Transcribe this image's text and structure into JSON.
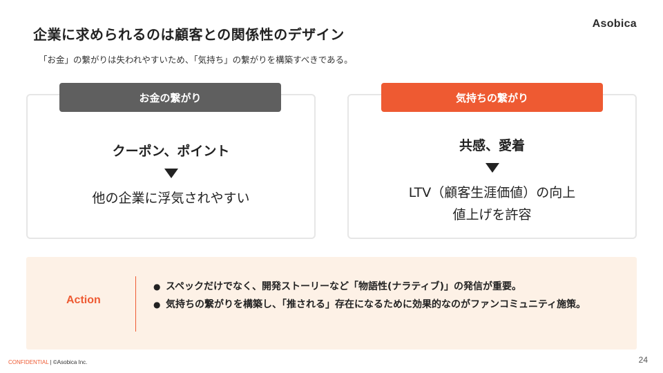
{
  "header": {
    "title": "企業に求められるのは顧客との関係性のデザイン",
    "subtitle": "「お金」の繋がりは失われやすいため、「気持ち」の繋がりを構築すべきである。",
    "logo_text": "Asobica"
  },
  "cards": {
    "left": {
      "heading": "お金の繋がり",
      "line1": "クーポン、ポイント",
      "line2": "他の企業に浮気されやすい"
    },
    "right": {
      "heading": "気持ちの繋がり",
      "line1": "共感、愛着",
      "line2": "LTV（顧客生涯価値）の向上",
      "line3": "値上げを許容"
    }
  },
  "action": {
    "label": "Action",
    "items": [
      "スペックだけでなく、開発ストーリーなど「物語性(ナラティブ)」の発信が重要。",
      "気持ちの繋がりを構築し、「推される」存在になるために効果的なのがファンコミュニティ施策。"
    ]
  },
  "footer": {
    "confidential": "CONFIDENTIAL",
    "separator": " | ",
    "copyright": "©Asobica Inc.",
    "page_number": "24"
  },
  "colors": {
    "accent": "#ee5a32",
    "gray_head": "#5f5f5f",
    "action_bg": "#fdf1e6"
  }
}
